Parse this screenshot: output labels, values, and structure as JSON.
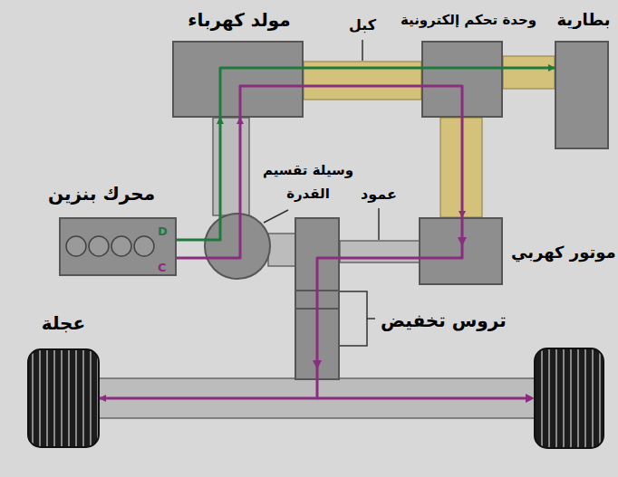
{
  "diagram": {
    "nodes": [
      {
        "text": [
          "مولد كهرباء"
        ]
      },
      {
        "text": [
          "وحدة تحكم إلكترونية"
        ]
      },
      {
        "text": [
          "بطارية"
        ]
      },
      {
        "text": [
          "محرك بنزين"
        ]
      },
      {
        "text": [
          "وسيلة تقسيم القدرة"
        ]
      },
      {
        "text": [
          "موتور كهربي"
        ]
      },
      {
        "text": [
          "تروس تخفيض"
        ]
      },
      {
        "text": [
          "عجلة"
        ]
      }
    ],
    "edges": [
      {
        "from": 3,
        "to": 4,
        "arrow": "none"
      },
      {
        "from": 3,
        "to": 4,
        "arrow": "none"
      },
      {
        "from": 4,
        "to": 0,
        "arrow": "to"
      },
      {
        "from": 4,
        "to": 0,
        "arrow": "to"
      },
      {
        "from": 0,
        "to": 1,
        "arrow": "none"
      },
      {
        "from": 0,
        "to": 1,
        "arrow": "none"
      },
      {
        "from": 1,
        "to": 2,
        "arrow": "to"
      },
      {
        "from": 1,
        "to": 5,
        "arrow": "to"
      },
      {
        "from": 5,
        "to": 6,
        "arrow": "none"
      },
      {
        "from": 6,
        "to": 7,
        "arrow": "to"
      }
    ],
    "labels": [
      "كبل",
      "عمود",
      "D",
      "C"
    ]
  }
}
